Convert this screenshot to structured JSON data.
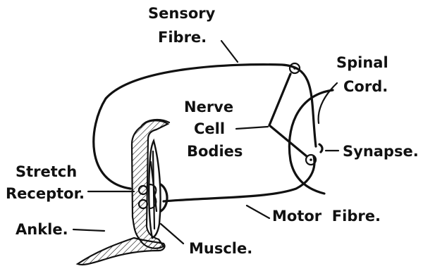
{
  "labels": {
    "sensory_fibre_1": "Sensory",
    "sensory_fibre_2": "Fibre.",
    "spinal_cord_1": "Spinal",
    "spinal_cord_2": "Cord.",
    "nerve_cell_bodies_1": "Nerve",
    "nerve_cell_bodies_2": "Cell",
    "nerve_cell_bodies_3": "Bodies",
    "synapse": "Synapse.",
    "stretch_receptor_1": "Stretch",
    "stretch_receptor_2": "Receptor.",
    "motor_fibre": "Motor  Fibre.",
    "ankle": "Ankle.",
    "muscle": "Muscle."
  }
}
